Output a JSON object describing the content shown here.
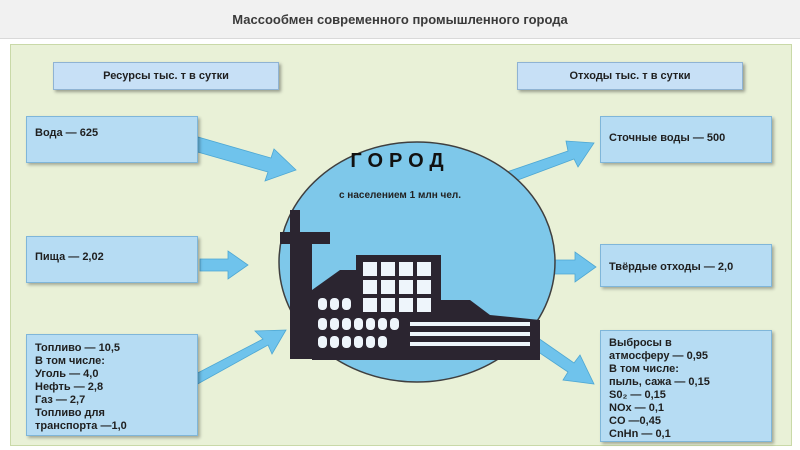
{
  "title": "Массообмен современного промышленного города",
  "resources_header": "Ресурсы  тыс. т в сутки",
  "waste_header": "Отходы тыс. т в сутки",
  "city": {
    "name": "ГОРОД",
    "subtitle": "с населением 1 млн чел."
  },
  "resources": [
    {
      "lines": [
        "Вода — 625"
      ]
    },
    {
      "lines": [
        "Пища — 2,02"
      ]
    },
    {
      "lines": [
        "Топливо — 10,5",
        "В том числе:",
        "Уголь — 4,0",
        "Нефть — 2,8",
        "Газ — 2,7",
        "Топливо для",
        "транспорта —1,0"
      ]
    }
  ],
  "wastes": [
    {
      "lines": [
        "Сточные воды — 500"
      ]
    },
    {
      "lines": [
        "Твёрдые отходы — 2,0"
      ]
    },
    {
      "lines": [
        "Выбросы в",
        "атмосферу — 0,95",
        "В том числе:",
        "пыль, сажа — 0,15",
        "S0₂ — 0,15",
        "NOx — 0,1",
        "CO —0,45",
        "CnHn — 0,1"
      ]
    }
  ],
  "colors": {
    "box": "#b6dcf3",
    "circle": "#7ec8ea",
    "arrow": "#6fc3ec",
    "panel": "#e9f1d7"
  }
}
